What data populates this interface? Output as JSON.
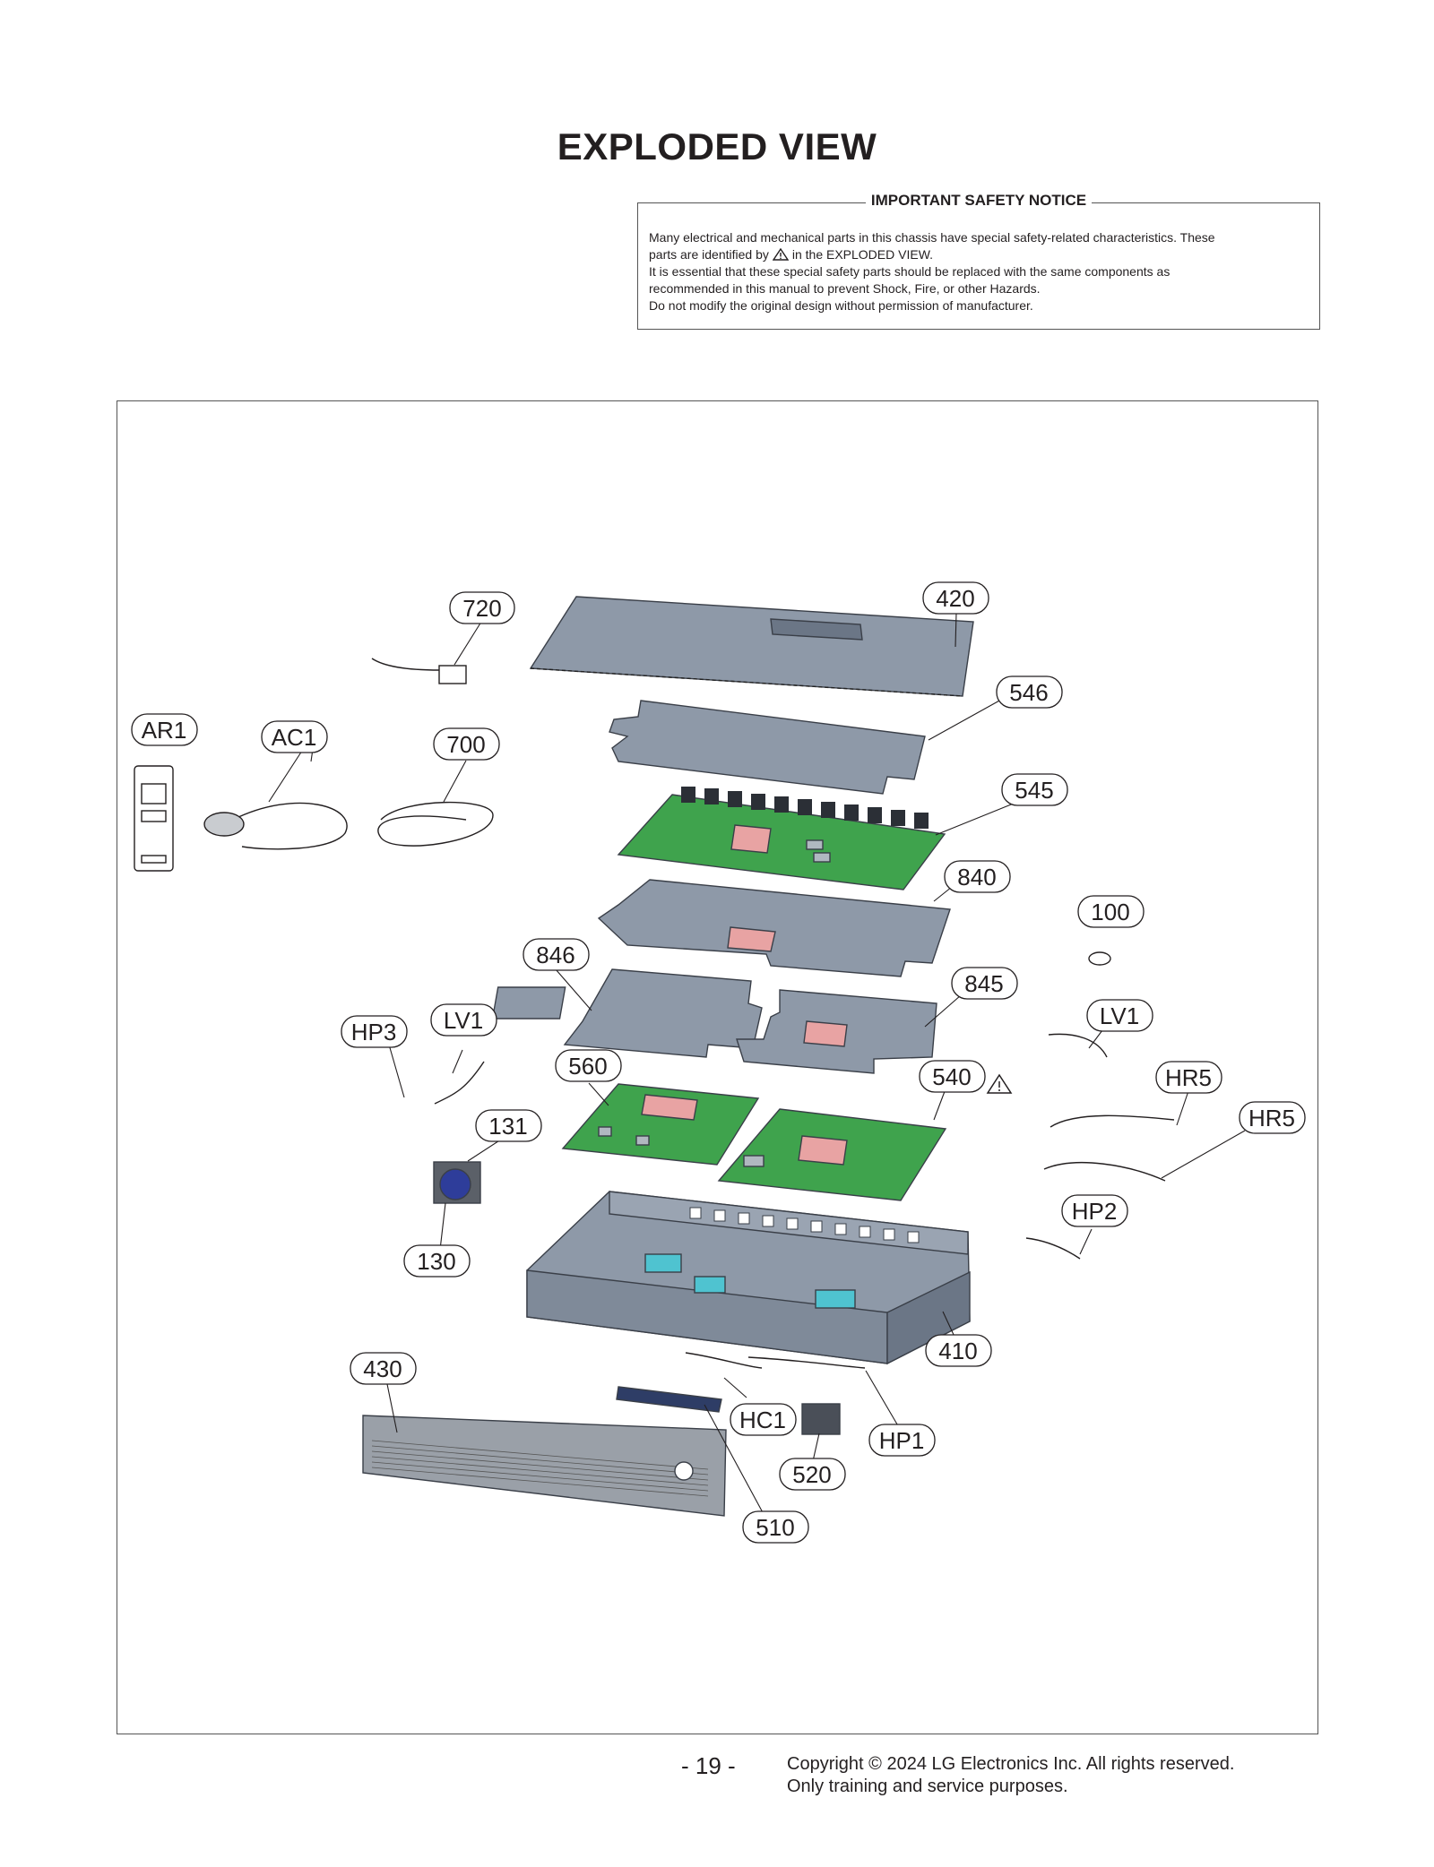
{
  "title": "EXPLODED VIEW",
  "notice": {
    "heading": "IMPORTANT SAFETY NOTICE",
    "line1": "Many electrical and mechanical parts in this chassis have special safety-related characteristics. These",
    "line2a": "parts are identified by",
    "line2b": "in the EXPLODED VIEW.",
    "line3": "It is essential that these special safety parts should be replaced with the same components as",
    "line4": "recommended in this manual to prevent Shock, Fire, or other Hazards.",
    "line5": "Do not modify the original design without permission of manufacturer."
  },
  "callouts": {
    "c720": "720",
    "c420": "420",
    "c546": "546",
    "cAR1": "AR1",
    "cAC1": "AC1",
    "c700": "700",
    "c545": "545",
    "c840": "840",
    "c100": "100",
    "c846": "846",
    "c845": "845",
    "cLV1a": "LV1",
    "cHP3": "HP3",
    "cLV1b": "LV1",
    "c560": "560",
    "c540": "540",
    "cHR5a": "HR5",
    "cHR5b": "HR5",
    "c131": "131",
    "cHP2": "HP2",
    "c130": "130",
    "c410": "410",
    "c430": "430",
    "cHC1": "HC1",
    "cHP1": "HP1",
    "c520": "520",
    "c510": "510"
  },
  "colors": {
    "metal": "#8e99a8",
    "metal_dark": "#6b7686",
    "pcb": "#3fa34d",
    "heatsink": "#e8a3a3",
    "accent_cyan": "#4fc3d0",
    "line": "#231f20"
  },
  "footer": {
    "page_number": "- 19 -",
    "copyright": "Copyright © 2024 LG Electronics Inc. All rights reserved.",
    "purpose": "Only training and service purposes."
  }
}
